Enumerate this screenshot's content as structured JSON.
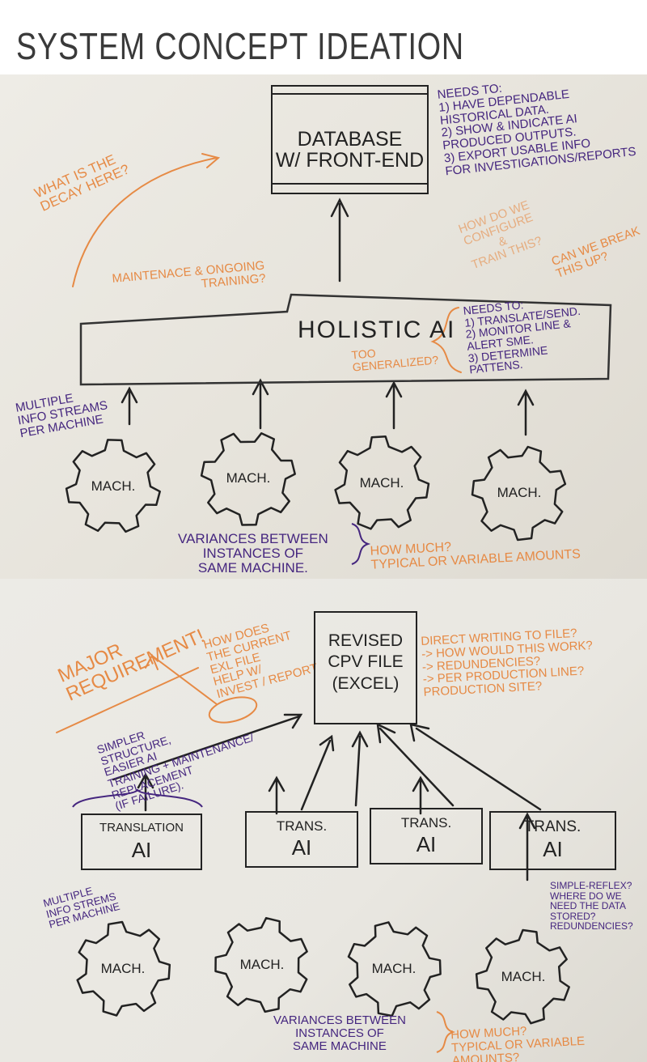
{
  "title": "SYSTEM CONCEPT IDEATION",
  "board1": {
    "database": "DATABASE\nW/ FRONT-END",
    "db_needs": "NEEDS TO:\n1) HAVE DEPENDABLE\n    HISTORICAL DATA.\n2) SHOW & INDICATE AI\n    PRODUCED OUTPUTS.\n3) EXPORT USABLE INFO\n    FOR INVESTIGATIONS/REPORTS",
    "decay": "WHAT IS THE\nDECAY HERE?",
    "configure": "HOW DO WE\nCONFIGURE\n&\nTRAIN THIS?",
    "break_up": "CAN WE BREAK\nTHIS UP?",
    "maintenance": "MAINTENACE & ONGOING\nTRAINING?",
    "holistic": "HOLISTIC AI",
    "too_general": "TOO\nGENERALIZED?",
    "ai_needs": "NEEDS TO:\n1) TRANSLATE/SEND.\n2) MONITOR LINE &\n    ALERT SME.\n3) DETERMINE\n    PATTENS.",
    "multi_streams": "MULTIPLE\nINFO STREAMS\nPER MACHINE",
    "machines": [
      "MACH.",
      "MACH.",
      "MACH.",
      "MACH."
    ],
    "variances": "VARIANCES BETWEEN\nINSTANCES OF\nSAME MACHINE.",
    "how_much": "HOW MUCH?\nTYPICAL OR VARIABLE AMOUNTS"
  },
  "board2": {
    "major": "MAJOR\nREQUIREMENT!",
    "how_does": "HOW DOES\nTHE CURRENT\nEXL FILE\nHELP W/\nINVEST / REPORT",
    "cpv": "REVISED\nCPV FILE\n(EXCEL)",
    "direct": "DIRECT WRITING TO FILE?\n -> HOW WOULD THIS WORK?\n -> REDUNDENCIES?\n -> PER PRODUCTION LINE?\n        PRODUCTION SITE?",
    "simpler": "SIMPLER\nSTRUCTURE,\nEASIER AI\nTRAINING + MAINTENANCE/\nREPLACEMENT\n(IF FAILURE).",
    "ai_boxes": [
      {
        "top": "TRANSLATION",
        "bottom": "AI"
      },
      {
        "top": "TRANS.",
        "bottom": "AI"
      },
      {
        "top": "TRANS.",
        "bottom": "AI"
      },
      {
        "top": "TRANS.",
        "bottom": "AI"
      }
    ],
    "multi_streams": "MULTIPLE\nINFO STREMS\nPER MACHINE",
    "simple_reflex": "SIMPLE-REFLEX?\nWHERE DO WE\nNEED THE DATA\nSTORED?\n    REDUNDENCIES?",
    "machines": [
      "MACH.",
      "MACH.",
      "MACH.",
      "MACH."
    ],
    "variances": "VARIANCES BETWEEN\nINSTANCES OF\nSAME MACHINE",
    "how_much": "HOW MUCH?\nTYPICAL OR VARIABLE AMOUNTS?"
  },
  "colors": {
    "ink": "#222222",
    "orange": "#e68a45",
    "purple": "#45267f"
  }
}
